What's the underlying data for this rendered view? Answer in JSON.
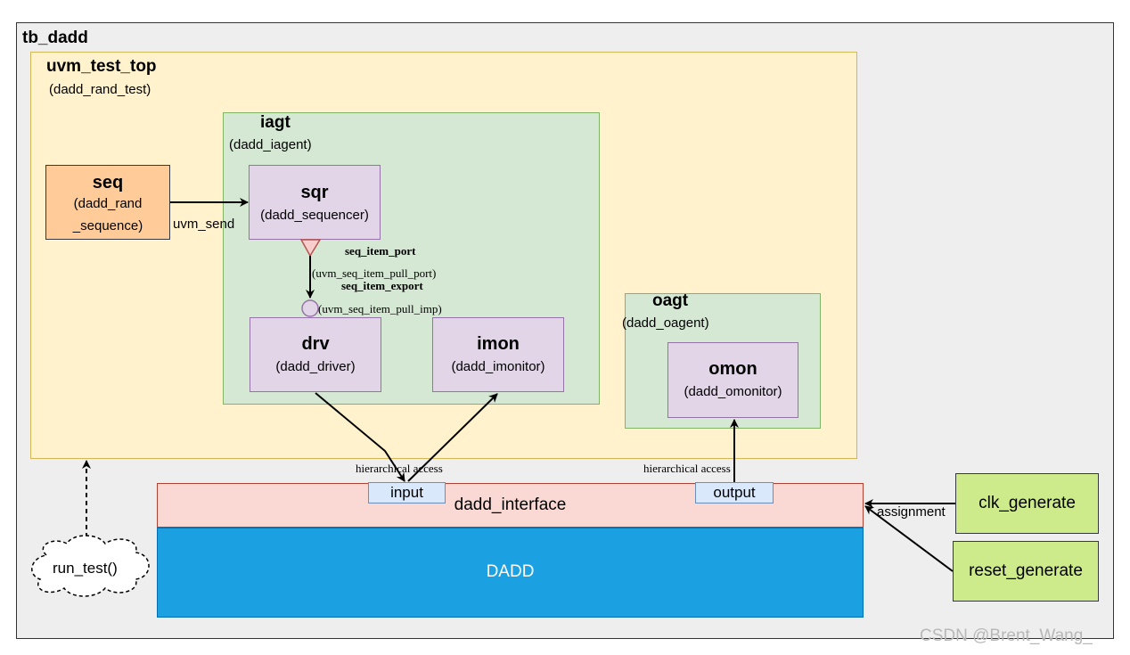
{
  "tb": {
    "title": "tb_dadd"
  },
  "uvm_test_top": {
    "title": "uvm_test_top",
    "subtitle": "(dadd_rand_test)"
  },
  "iagt": {
    "title": "iagt",
    "subtitle": "(dadd_iagent)"
  },
  "oagt": {
    "title": "oagt",
    "subtitle": "(dadd_oagent)"
  },
  "seq": {
    "title": "seq",
    "subtitle_line1": "(dadd_rand",
    "subtitle_line2": "_sequence)"
  },
  "sqr": {
    "title": "sqr",
    "subtitle": "(dadd_sequencer)"
  },
  "drv": {
    "title": "drv",
    "subtitle": "(dadd_driver)"
  },
  "imon": {
    "title": "imon",
    "subtitle": "(dadd_imonitor)"
  },
  "omon": {
    "title": "omon",
    "subtitle": "(dadd_omonitor)"
  },
  "labels": {
    "uvm_send": "uvm_send",
    "seq_item_port": "seq_item_port",
    "seq_item_port_type": "(uvm_seq_item_pull_port)",
    "seq_item_export": "seq_item_export",
    "seq_item_export_type": "(uvm_seq_item_pull_imp)",
    "hier_access_left": "hierarchical access",
    "hier_access_right": "hierarchical access",
    "assignment": "assignment",
    "run_test": "run_test()",
    "watermark": "CSDN @Brent_Wang_"
  },
  "interface": {
    "name": "dadd_interface",
    "input": "input",
    "output": "output"
  },
  "dut": {
    "name": "DADD"
  },
  "generators": {
    "clk": "clk_generate",
    "reset": "reset_generate"
  },
  "colors": {
    "outer_bg": "#eeeeee",
    "env_bg": "#fff2cc",
    "agent_bg": "#d5e8d4",
    "component_bg": "#e1d5e7",
    "seq_bg": "#ffcc99",
    "interface_bg": "#fad9d5",
    "dut_bg": "#1ba1e2",
    "generator_bg": "#cdeb8b",
    "port_bg": "#dae8fc"
  }
}
